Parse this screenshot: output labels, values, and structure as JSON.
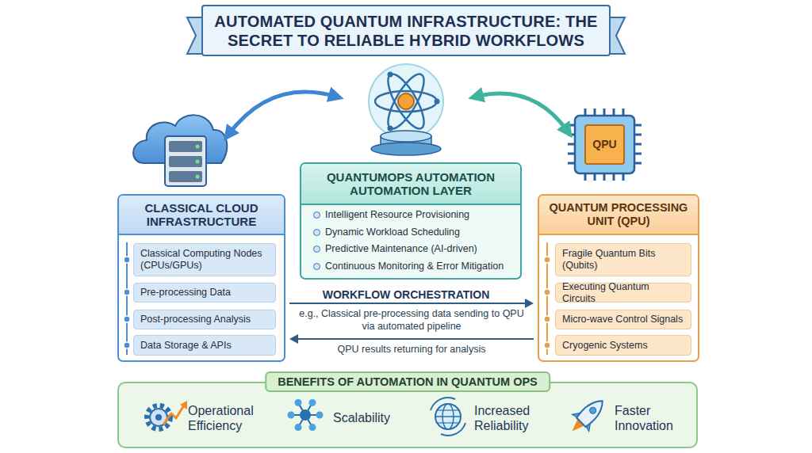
{
  "diagram": {
    "title": "AUTOMATED QUANTUM INFRASTRUCTURE: THE SECRET TO RELIABLE HYBRID WORKFLOWS",
    "nodes": [
      {
        "text": [
          "CLASSICAL CLOUD INFRASTRUCTURE"
        ]
      },
      {
        "text": [
          "Classical Computing Nodes (CPUs/GPUs)"
        ],
        "in": 0
      },
      {
        "text": [
          "Pre-processing Data"
        ],
        "in": 0
      },
      {
        "text": [
          "Post-processing Analysis"
        ],
        "in": 0
      },
      {
        "text": [
          "Data Storage & APIs"
        ],
        "in": 0
      },
      {
        "text": [
          "QUANTUMOPS AUTOMATION AUTOMATION LAYER",
          "Intelligent Resource Provisioning",
          "Dynamic Workload Scheduling",
          "Predictive Maintenance (AI-driven)",
          "Continuous Monitoring & Error Mitigation"
        ]
      },
      {
        "text": [
          "QUANTUM PROCESSING UNIT (QPU)"
        ]
      },
      {
        "text": [
          "Fragile Quantum Bits (Qubits)"
        ],
        "in": 6
      },
      {
        "text": [
          "Executing Quantum Circuits"
        ],
        "in": 6
      },
      {
        "text": [
          "Micro-wave Control Signals"
        ],
        "in": 6
      },
      {
        "text": [
          "Cryogenic Systems"
        ],
        "in": 6
      },
      {
        "text": [
          "BENEFITS OF AUTOMATION IN QUANTUM OPS",
          "Operational Efficiency",
          "Scalability",
          "Increased Reliability",
          "Faster Innovation"
        ]
      }
    ],
    "edges": [
      {
        "from": 0,
        "to": 6,
        "arrow": "to",
        "label": "e.g., Classical pre-processing data sending to QPU via automated pipeline"
      },
      {
        "from": 6,
        "to": 0,
        "arrow": "to",
        "label": "QPU results returning for analysis"
      }
    ],
    "labels": [
      "WORKFLOW ORCHESTRATION",
      "QPU"
    ]
  }
}
